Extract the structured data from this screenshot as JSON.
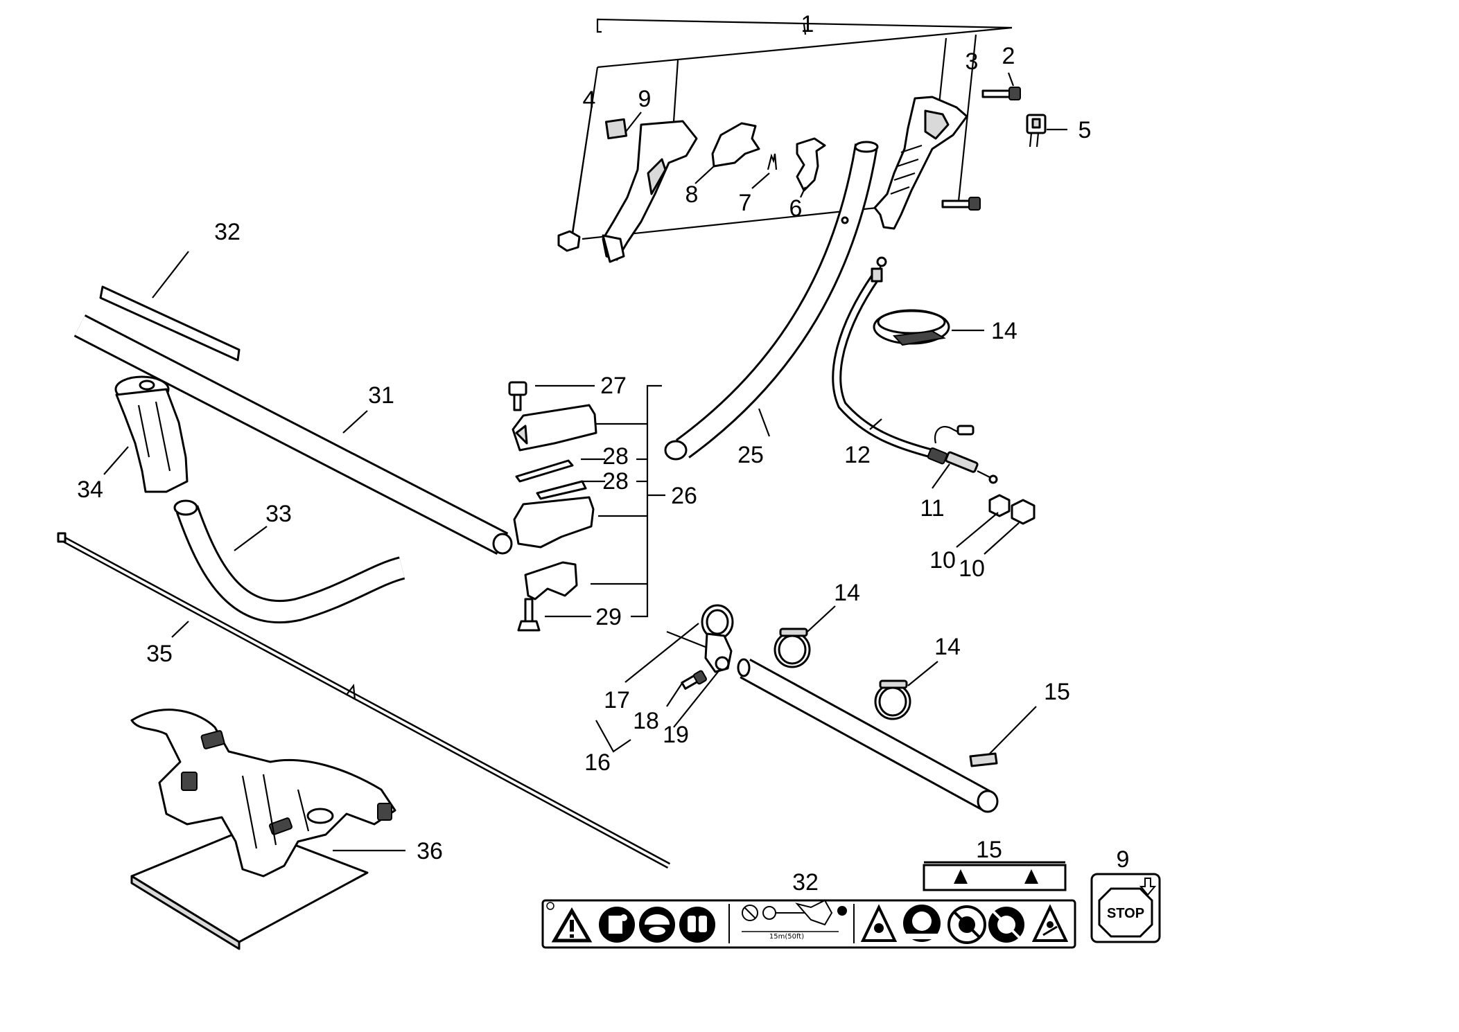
{
  "callouts": {
    "c1": "1",
    "c2": "2",
    "c3": "3",
    "c4": "4",
    "c5": "5",
    "c6": "6",
    "c7": "7",
    "c8": "8",
    "c9": "9",
    "c9b": "9",
    "c10a": "10",
    "c10b": "10",
    "c11": "11",
    "c12": "12",
    "c14a": "14",
    "c14b": "14",
    "c14c": "14",
    "c15": "15",
    "c15b": "15",
    "c16": "16",
    "c17": "17",
    "c18": "18",
    "c19": "19",
    "c25": "25",
    "c26": "26",
    "c27": "27",
    "c28a": "28",
    "c28b": "28",
    "c29": "29",
    "c31": "31",
    "c32": "32",
    "c32b": "32",
    "c33": "33",
    "c34": "34",
    "c35": "35",
    "c36": "36"
  },
  "decals": {
    "stop": "STOP",
    "distance": "15m(50ft)"
  },
  "colors": {
    "ink": "#000000",
    "paper": "#ffffff"
  }
}
